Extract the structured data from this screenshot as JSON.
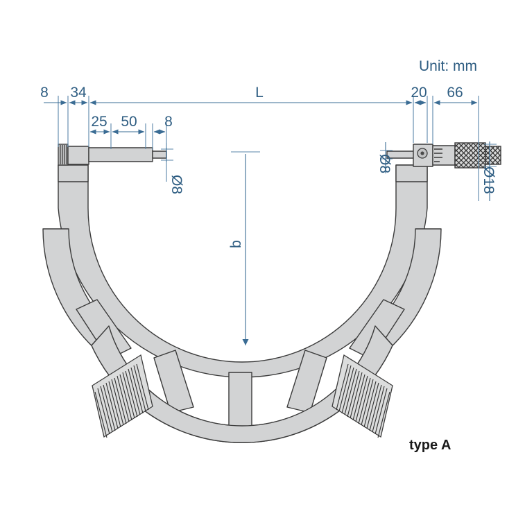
{
  "title": "Outside Micrometer Dimensional Drawing",
  "unit_note": "Unit: mm",
  "type_label": "type A",
  "colors": {
    "dimension": "#2e5d82",
    "dimension_line": "#3a6c94",
    "metal_fill": "#d2d3d4",
    "outline": "#3b3b3b",
    "background": "#ffffff"
  },
  "dimensions": {
    "top_row": [
      {
        "name": "anvil-cap-width",
        "label": "8"
      },
      {
        "name": "anvil-body-length",
        "label": "34"
      },
      {
        "name": "overall-length",
        "label": "L"
      },
      {
        "name": "spindle-lock-width",
        "label": "20"
      },
      {
        "name": "thimble-length",
        "label": "66"
      }
    ],
    "second_row": [
      {
        "name": "anvil-shaft-segment-1",
        "label": "25"
      },
      {
        "name": "anvil-shaft-segment-2",
        "label": "50"
      },
      {
        "name": "anvil-tip-length",
        "label": "8"
      }
    ],
    "diameters": [
      {
        "name": "anvil-tip-diameter",
        "label": "Ø8"
      },
      {
        "name": "spindle-diameter",
        "label": "Ø8"
      },
      {
        "name": "thimble-diameter",
        "label": "Ø18"
      }
    ],
    "vertical": [
      {
        "name": "frame-depth",
        "label": "b"
      }
    ]
  },
  "parts": {
    "frame": "c-frame",
    "left_anvil": "anvil-assembly",
    "right_spindle": "spindle-assembly",
    "grip_pads": [
      "left-grip-pad",
      "right-grip-pad"
    ],
    "ribs_count": 5
  }
}
